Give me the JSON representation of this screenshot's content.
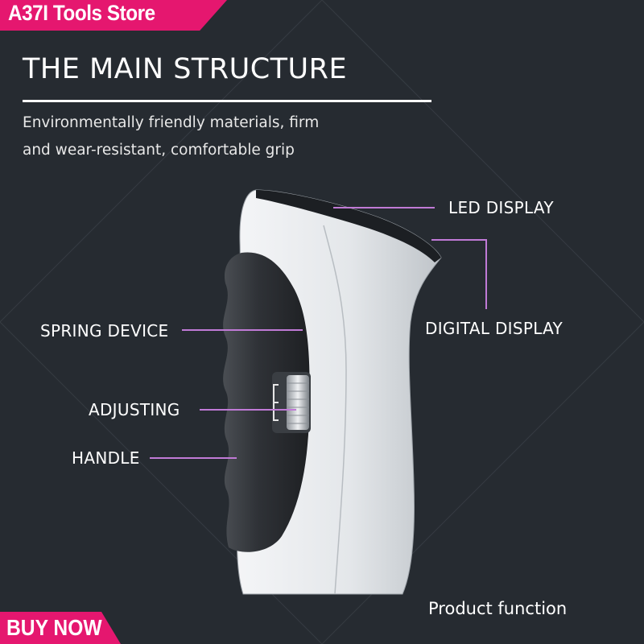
{
  "store": {
    "name": "A37I Tools Store"
  },
  "buy_button": {
    "label": "BUY NOW"
  },
  "header": {
    "title": "THE MAIN STRUCTURE",
    "subtitle_lines": [
      "Environmentally friendly materials, firm",
      "and wear-resistant, comfortable grip"
    ]
  },
  "callouts": {
    "led_display": "LED DISPLAY",
    "digital_display": "DIGITAL DISPLAY",
    "spring_device": "SPRING DEVICE",
    "adjusting": "ADJUSTING",
    "handle": "HANDLE"
  },
  "footer": {
    "label": "Product function"
  },
  "colors": {
    "background": "#262b31",
    "accent": "#e5176f",
    "callout_line": "#c07ad6",
    "device_body": "#e9ecef",
    "grip": "#2c2f33"
  },
  "icons": {
    "product": "hand-grip-strengthener-image"
  }
}
